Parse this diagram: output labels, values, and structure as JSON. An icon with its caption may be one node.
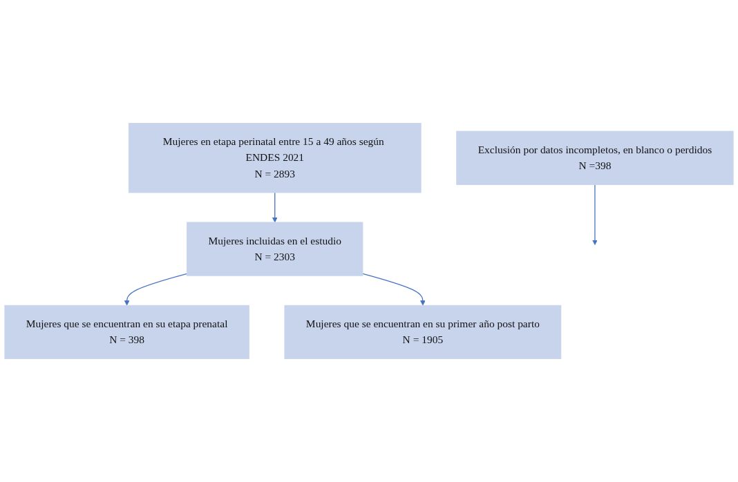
{
  "diagram": {
    "nodes": [
      {
        "text": [
          "Mujeres en etapa perinatal entre 15 a 49 años según ENDES 2021",
          "N = 2893"
        ]
      },
      {
        "text": [
          "Exclusión por datos incompletos, en blanco o perdidos",
          "N =398"
        ]
      },
      {
        "text": [
          "Mujeres incluidas en el estudio",
          "N = 2303"
        ]
      },
      {
        "text": [
          "Mujeres que se encuentran en su etapa prenatal",
          "N = 398"
        ]
      },
      {
        "text": [
          "Mujeres que se encuentran en su primer año post parto",
          "N = 1905"
        ]
      }
    ],
    "edges": [
      {
        "from": 0,
        "to": 2,
        "arrow": "to"
      },
      {
        "from": 1,
        "to": null,
        "arrow": "to"
      },
      {
        "from": 2,
        "to": 3,
        "arrow": "to"
      },
      {
        "from": 2,
        "to": 4,
        "arrow": "to"
      }
    ]
  }
}
